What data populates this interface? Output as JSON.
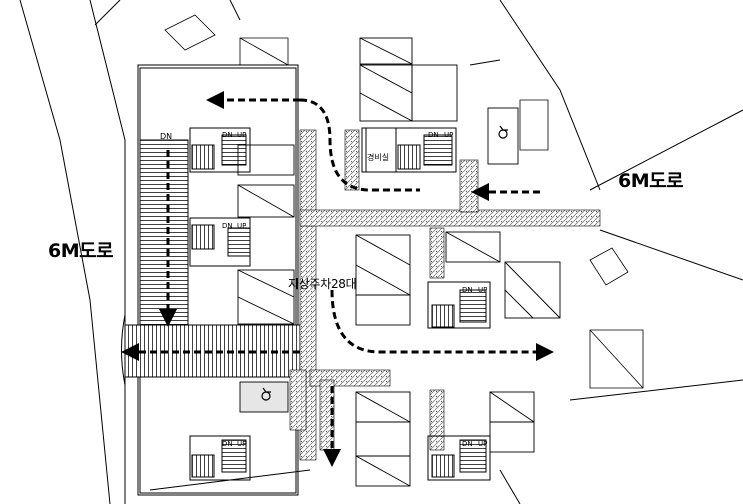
{
  "labels": {
    "road_left": "6M도로",
    "road_right": "6M도로",
    "parking_count": "지상주차28대",
    "guard_room": "경비실",
    "dn": "DN",
    "up": "UP"
  },
  "icons": [
    "wheelchair-icon",
    "flow-arrow-icon"
  ],
  "colors": {
    "line": "#000000",
    "hatch_dark": "#3a3a3a",
    "paving": "#bdbdbd"
  }
}
